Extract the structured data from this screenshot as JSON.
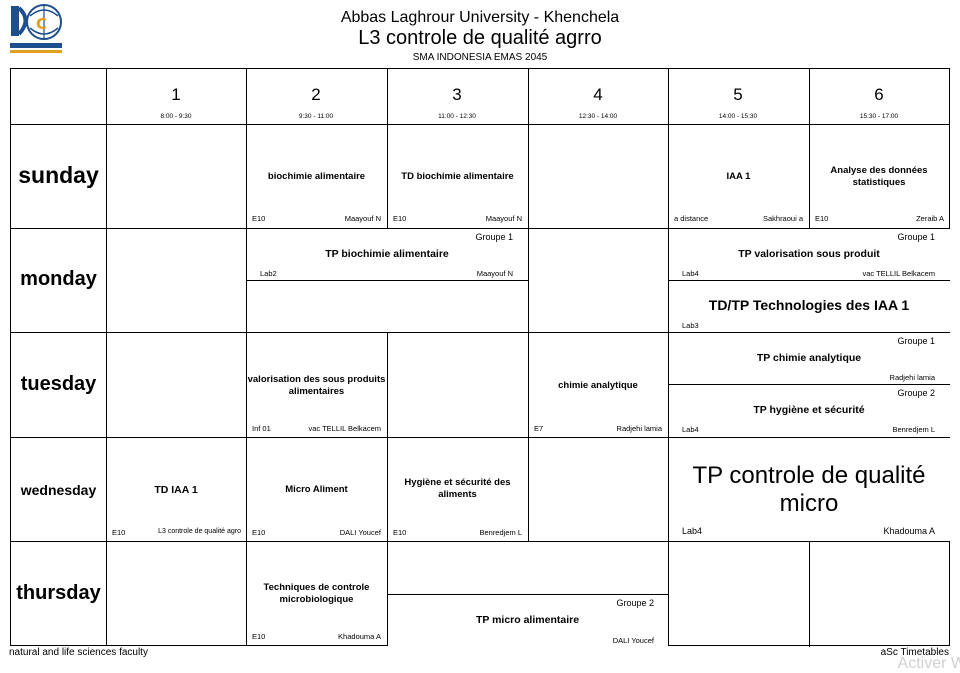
{
  "header": {
    "university": "Abbas Laghrour University - Khenchela",
    "title": "L3 controle de qualité agrro",
    "subtitle": "SMA INDONESIA EMAS 2045"
  },
  "periods": [
    {
      "num": "1",
      "time": "8:00 - 9:30"
    },
    {
      "num": "2",
      "time": "9:30 - 11:00"
    },
    {
      "num": "3",
      "time": "11:00 - 12:30"
    },
    {
      "num": "4",
      "time": "12:30 - 14:00"
    },
    {
      "num": "5",
      "time": "14:00 - 15:30"
    },
    {
      "num": "6",
      "time": "15:30 - 17:00"
    }
  ],
  "days": [
    "sunday",
    "monday",
    "tuesday",
    "wednesday",
    "thursday"
  ],
  "sunday": {
    "biochimie": {
      "title": "biochimie alimentaire",
      "room": "E10",
      "teacher": "Maayouf N"
    },
    "td_biochimie": {
      "title": "TD biochimie alimentaire",
      "room": "E10",
      "teacher": "Maayouf N"
    },
    "iaa1": {
      "title": "IAA 1",
      "room": "a distance",
      "teacher": "Sakhraoui a"
    },
    "analyse": {
      "title": "Analyse des données statistiques",
      "room": "E10",
      "teacher": "Zeraib A"
    }
  },
  "monday": {
    "tp_biochimie": {
      "group": "Groupe 1",
      "title": "TP biochimie alimentaire",
      "room": "Lab2",
      "teacher": "Maayouf N"
    },
    "tp_valorisation": {
      "group": "Groupe 1",
      "title": "TP valorisation sous produit",
      "room": "Lab4",
      "teacher": "vac TELLIL Belkacem"
    },
    "td_tp_tech": {
      "title": "TD/TP Technologies des IAA 1",
      "room": "Lab3"
    }
  },
  "tuesday": {
    "valorisation": {
      "title": "valorisation des sous produits alimentaires",
      "room": "Inf 01",
      "teacher": "vac TELLIL Belkacem"
    },
    "chimie": {
      "title": "chimie analytique",
      "room": "E7",
      "teacher": "Radjehi lamia"
    },
    "tp_chimie": {
      "group": "Groupe 1",
      "title": "TP chimie analytique",
      "teacher": "Radjehi lamia"
    },
    "tp_hygiene": {
      "group": "Groupe 2",
      "title": "TP hygiène et sécurité",
      "room": "Lab4",
      "teacher": "Benredjem L"
    }
  },
  "wednesday": {
    "td_iaa1": {
      "title": "TD IAA 1",
      "room": "E10",
      "teacher": "L3 controle de qualité agro"
    },
    "micro_aliment": {
      "title": "Micro Aliment",
      "room": "E10",
      "teacher": "DALI Youcef"
    },
    "hygiene": {
      "title": "Hygiène et sécurité des aliments",
      "room": "E10",
      "teacher": "Benredjem L"
    },
    "tp_controle": {
      "title": "TP controle de qualité micro",
      "room": "Lab4",
      "teacher": "Khadouma A"
    }
  },
  "thursday": {
    "techniques": {
      "title": "Techniques de controle microbiologique",
      "room": "E10",
      "teacher": "Khadouma A"
    },
    "tp_micro": {
      "group": "Groupe 2",
      "title": "TP micro alimentaire",
      "teacher": "DALI Youcef"
    }
  },
  "footer": {
    "left": "natural and life sciences faculty",
    "right": "aSc Timetables",
    "watermark": "Activer W"
  }
}
